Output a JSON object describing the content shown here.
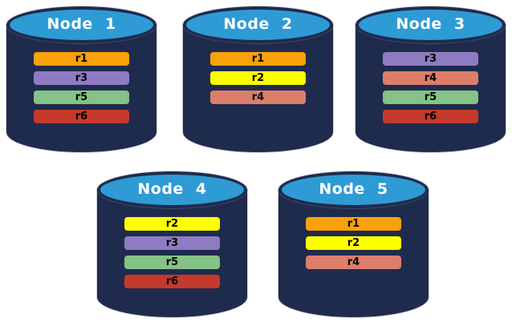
{
  "colors": {
    "background": "#FFFFFF",
    "cylinder_body": "#1F2B4D",
    "cylinder_top": "#2E9BD5",
    "node_label_text": "#FFFFFF",
    "replica_label_text": "#000000",
    "replica_palette": {
      "r1": "#F9A10A",
      "r2": "#FDFF00",
      "r3": "#8E7CC3",
      "r4": "#DD7E6B",
      "r5": "#85C285",
      "r6": "#C5392B"
    }
  },
  "nodes": [
    {
      "label": "Node 1",
      "replicas": [
        {
          "id": "r1",
          "color": "#F9A10A"
        },
        {
          "id": "r3",
          "color": "#8E7CC3"
        },
        {
          "id": "r5",
          "color": "#85C285"
        },
        {
          "id": "r6",
          "color": "#C5392B"
        }
      ]
    },
    {
      "label": "Node 2",
      "replicas": [
        {
          "id": "r1",
          "color": "#F9A10A"
        },
        {
          "id": "r2",
          "color": "#FDFF00"
        },
        {
          "id": "r4",
          "color": "#DD7E6B"
        }
      ]
    },
    {
      "label": "Node 3",
      "replicas": [
        {
          "id": "r3",
          "color": "#8E7CC3"
        },
        {
          "id": "r4",
          "color": "#DD7E6B"
        },
        {
          "id": "r5",
          "color": "#85C285"
        },
        {
          "id": "r6",
          "color": "#C5392B"
        }
      ]
    },
    {
      "label": "Node 4",
      "replicas": [
        {
          "id": "r2",
          "color": "#FDFF00"
        },
        {
          "id": "r3",
          "color": "#8E7CC3"
        },
        {
          "id": "r5",
          "color": "#85C285"
        },
        {
          "id": "r6",
          "color": "#C5392B"
        }
      ]
    },
    {
      "label": "Node 5",
      "replicas": [
        {
          "id": "r1",
          "color": "#F9A10A"
        },
        {
          "id": "r2",
          "color": "#FDFF00"
        },
        {
          "id": "r4",
          "color": "#DD7E6B"
        }
      ]
    }
  ]
}
